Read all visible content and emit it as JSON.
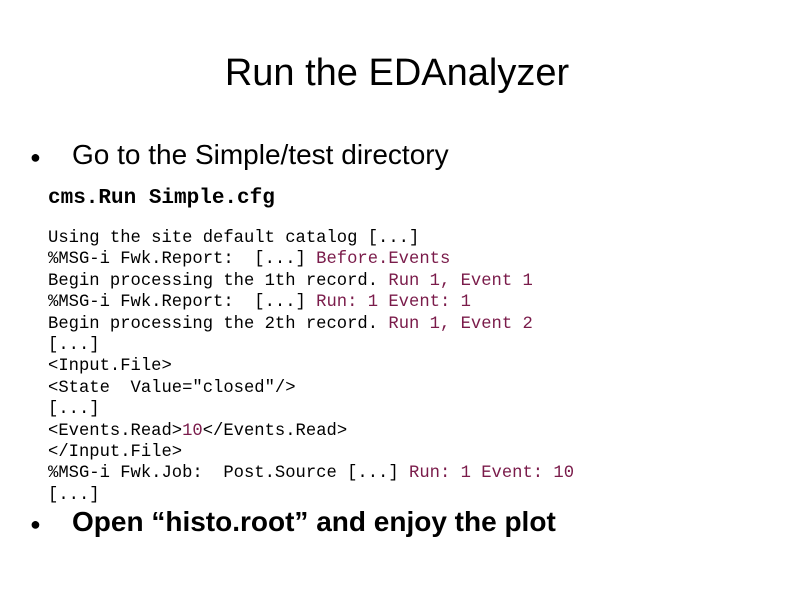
{
  "slide": {
    "title": "Run the EDAnalyzer",
    "bullet_glyph": "●",
    "bullet1": "Go to the Simple/test directory",
    "command": "cms.Run Simple.cfg",
    "log_lines": [
      {
        "plain": "Using the site default catalog [...]",
        "highlight": ""
      },
      {
        "plain": "%MSG-i Fwk.Report:  [...] ",
        "highlight": "Before.Events"
      },
      {
        "plain": "Begin processing the 1th record. ",
        "highlight": "Run 1, Event 1"
      },
      {
        "plain": "%MSG-i Fwk.Report:  [...] ",
        "highlight": "Run: 1 Event: 1"
      },
      {
        "plain": "Begin processing the 2th record. ",
        "highlight": "Run 1, Event 2"
      },
      {
        "plain": "[...]",
        "highlight": ""
      },
      {
        "plain": "<Input.File>",
        "highlight": ""
      },
      {
        "plain": "<State  Value=\"closed\"/>",
        "highlight": ""
      },
      {
        "plain": "[...]",
        "highlight": ""
      },
      {
        "plain": "<Events.Read>",
        "highlight": "10",
        "suffix": "</Events.Read>"
      },
      {
        "plain": "</Input.File>",
        "highlight": ""
      },
      {
        "plain": "%MSG-i Fwk.Job:  Post.Source [...] ",
        "highlight": "Run: 1 Event: 10"
      },
      {
        "plain": "[...]",
        "highlight": ""
      }
    ],
    "bullet2": "Open “histo.root” and enjoy the plot"
  },
  "colors": {
    "highlight": "#7a1b4a",
    "text": "#000000",
    "background": "#ffffff"
  }
}
